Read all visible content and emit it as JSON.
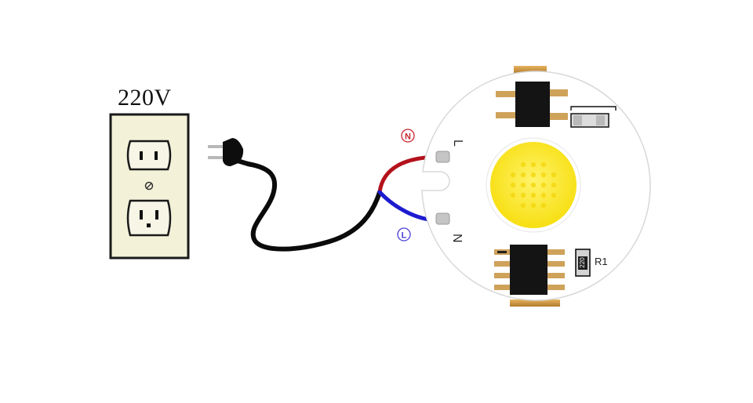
{
  "outlet": {
    "voltage_label": "220V"
  },
  "wires": {
    "neutral_marker": "N",
    "live_marker": "L",
    "neutral_color": "#b3121c",
    "live_color": "#1d1bd0",
    "cord_color": "#0b0b0b"
  },
  "board": {
    "pad_label_top": "L",
    "pad_label_bottom": "N",
    "resistor_label": "R1",
    "resistor_value": "220",
    "led_color": "#fbe92b"
  }
}
